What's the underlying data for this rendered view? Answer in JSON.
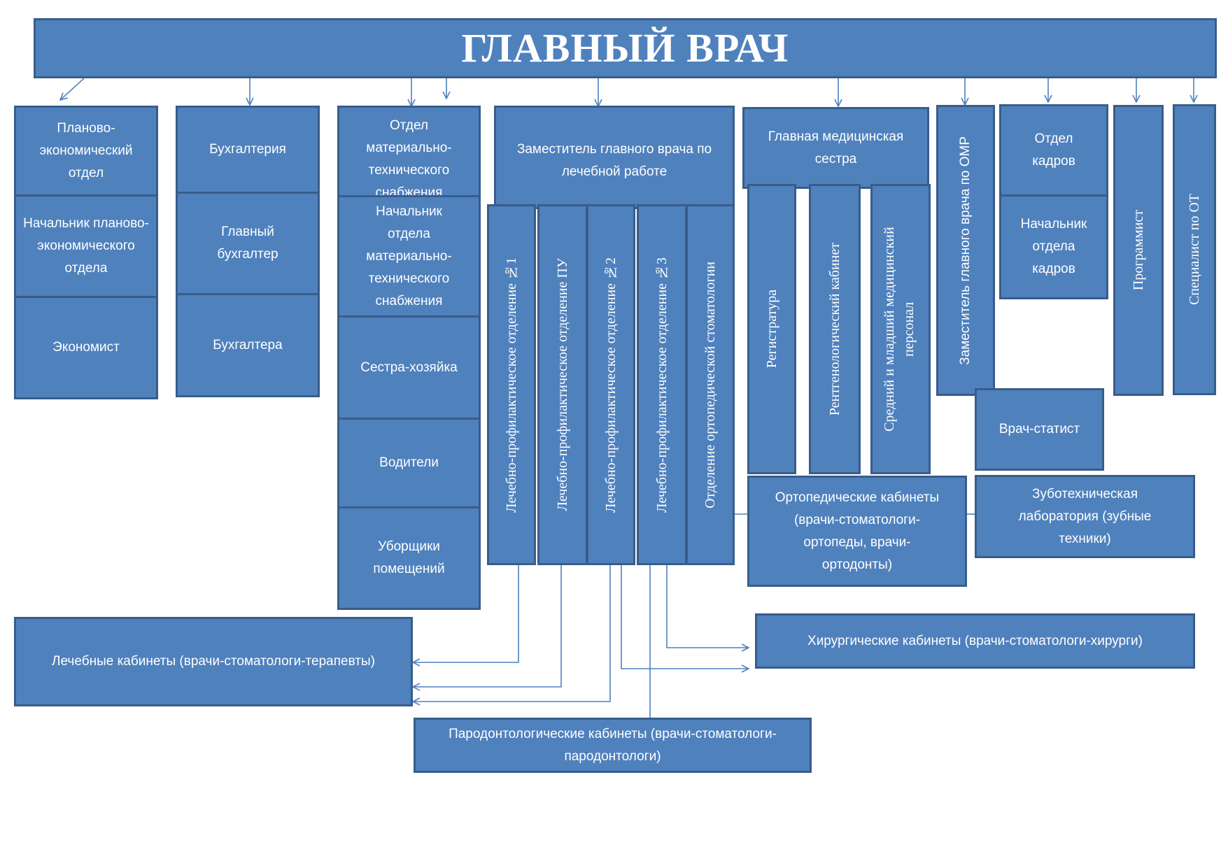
{
  "title": "ГЛАВНЫЙ ВРАЧ",
  "colors": {
    "box_fill": "#4f81bd",
    "box_border": "#385d8a",
    "connector": "#4f81bd"
  },
  "economics": {
    "dept": "Планово-экономический отдел",
    "head": "Начальник планово-экономического отдела",
    "economist": "Экономист"
  },
  "accounting": {
    "dept": "Бухгалтерия",
    "chief": "Главный бухгалтер",
    "accountants": "Бухгалтера"
  },
  "supply": {
    "dept": "Отдел материально-технического снабжения",
    "head": "Начальник отдела материально-технического снабжения",
    "housekeeper": "Сестра-хозяйка",
    "drivers": "Водители",
    "cleaners": "Уборщики помещений"
  },
  "medical_deputy": {
    "title": "Заместитель главного врача по лечебной работе",
    "departments": [
      "Лечебно-профилактическое отделение №1",
      "Лечебно-профилактическое отделение ПУ",
      "Лечебно-профилактическое отделение №2",
      "Лечебно-профилактическое отделение №3",
      "Отделение ортопедической стоматологии"
    ]
  },
  "head_nurse": {
    "title": "Главная медицинская сестра",
    "units": [
      "Регистратура",
      "Рентгенологический кабинет",
      "Средний и младший медицинский персонал"
    ]
  },
  "omr_deputy": "Заместитель главного врача по ОМР",
  "statistician": "Врач-статист",
  "hr": {
    "dept": "Отдел кадров",
    "head": "Начальник отдела кадров"
  },
  "programmer": "Программист",
  "safety_specialist": "Специалист по ОТ",
  "cabinets": {
    "orthopedic": "Ортопедические кабинеты (врачи-стоматологи-ортопеды, врачи-ортодонты)",
    "dental_lab": "Зуботехническая лаборатория (зубные техники)",
    "surgical": "Хирургические кабинеты (врачи-стоматологи-хирурги)",
    "therapy": "Лечебные кабинеты (врачи-стоматологи-терапевты)",
    "periodontal": "Пародонтологические кабинеты (врачи-стоматологи-пародонтологи)"
  }
}
